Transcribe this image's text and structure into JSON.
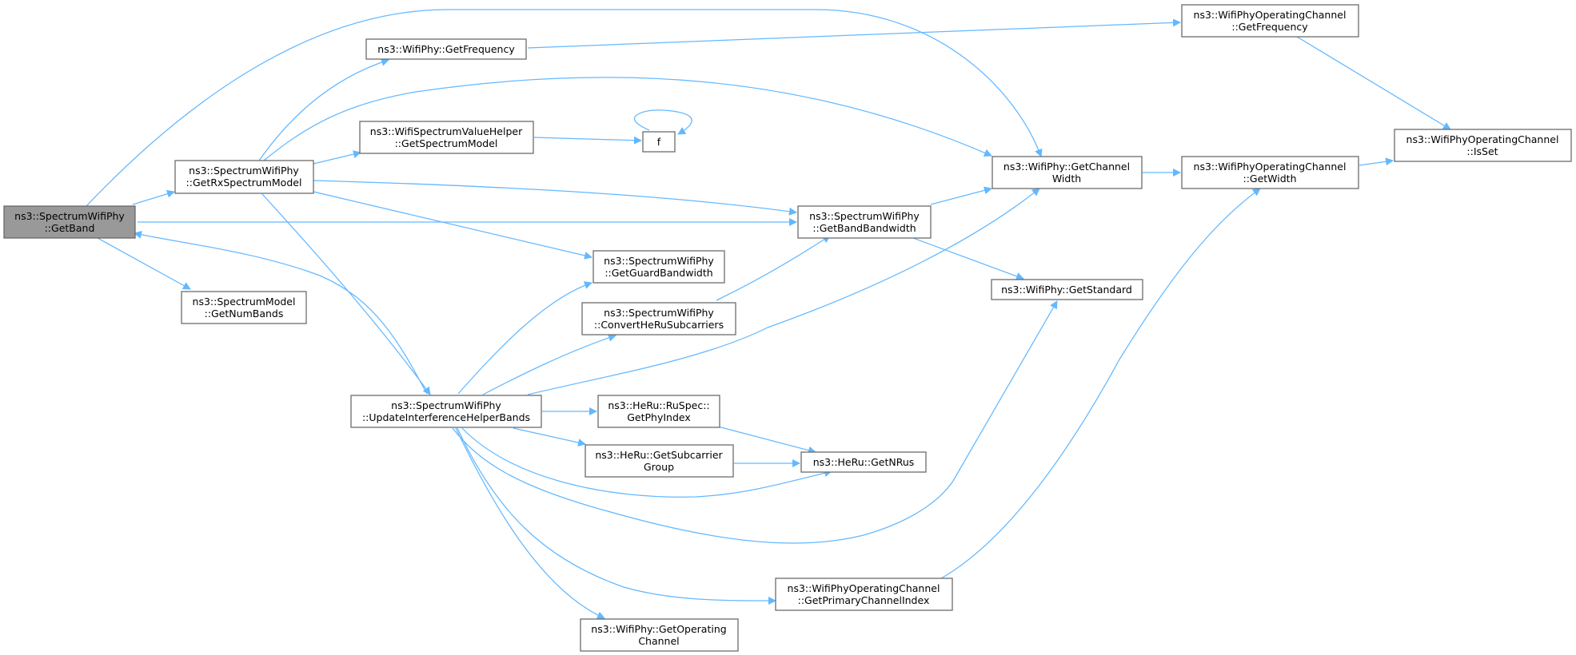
{
  "colors": {
    "edge": "#63b8ff",
    "node_border": "#666666",
    "focus_fill": "#999999"
  },
  "nodes": {
    "get_band": {
      "line1": "ns3::SpectrumWifiPhy",
      "line2": "::GetBand"
    },
    "get_rx_spectrum_model": {
      "line1": "ns3::SpectrumWifiPhy",
      "line2": "::GetRxSpectrumModel"
    },
    "get_num_bands": {
      "line1": "ns3::SpectrumModel",
      "line2": "::GetNumBands"
    },
    "update_interference_helper_bands": {
      "line1": "ns3::SpectrumWifiPhy",
      "line2": "::UpdateInterferenceHelperBands"
    },
    "wifiphy_get_frequency": {
      "line1": "ns3::WifiPhy::GetFrequency"
    },
    "get_spectrum_model": {
      "line1": "ns3::WifiSpectrumValueHelper",
      "line2": "::GetSpectrumModel"
    },
    "f": {
      "line1": "f"
    },
    "get_guard_bandwidth": {
      "line1": "ns3::SpectrumWifiPhy",
      "line2": "::GetGuardBandwidth"
    },
    "convert_he_ru_subcarriers": {
      "line1": "ns3::SpectrumWifiPhy",
      "line2": "::ConvertHeRuSubcarriers"
    },
    "get_phy_index": {
      "line1": "ns3::HeRu::RuSpec::",
      "line2": "GetPhyIndex"
    },
    "get_subcarrier_group": {
      "line1": "ns3::HeRu::GetSubcarrier",
      "line2": "Group"
    },
    "get_operating_channel": {
      "line1": "ns3::WifiPhy::GetOperating",
      "line2": "Channel"
    },
    "get_band_bandwidth": {
      "line1": "ns3::SpectrumWifiPhy",
      "line2": "::GetBandBandwidth"
    },
    "get_nrus": {
      "line1": "ns3::HeRu::GetNRus"
    },
    "get_primary_channel_index": {
      "line1": "ns3::WifiPhyOperatingChannel",
      "line2": "::GetPrimaryChannelIndex"
    },
    "get_channel_width": {
      "line1": "ns3::WifiPhy::GetChannel",
      "line2": "Width"
    },
    "get_standard": {
      "line1": "ns3::WifiPhy::GetStandard"
    },
    "opch_get_frequency": {
      "line1": "ns3::WifiPhyOperatingChannel",
      "line2": "::GetFrequency"
    },
    "opch_get_width": {
      "line1": "ns3::WifiPhyOperatingChannel",
      "line2": "::GetWidth"
    },
    "opch_is_set": {
      "line1": "ns3::WifiPhyOperatingChannel",
      "line2": "::IsSet"
    }
  },
  "edges": [
    [
      "get_band",
      "get_rx_spectrum_model"
    ],
    [
      "get_band",
      "get_num_bands"
    ],
    [
      "get_band",
      "get_channel_width"
    ],
    [
      "get_band",
      "get_band_bandwidth"
    ],
    [
      "get_rx_spectrum_model",
      "wifiphy_get_frequency"
    ],
    [
      "get_rx_spectrum_model",
      "get_spectrum_model"
    ],
    [
      "get_rx_spectrum_model",
      "get_channel_width"
    ],
    [
      "get_rx_spectrum_model",
      "get_band_bandwidth"
    ],
    [
      "get_rx_spectrum_model",
      "get_guard_bandwidth"
    ],
    [
      "get_rx_spectrum_model",
      "update_interference_helper_bands"
    ],
    [
      "update_interference_helper_bands",
      "get_band"
    ],
    [
      "update_interference_helper_bands",
      "get_guard_bandwidth"
    ],
    [
      "update_interference_helper_bands",
      "convert_he_ru_subcarriers"
    ],
    [
      "update_interference_helper_bands",
      "get_channel_width"
    ],
    [
      "update_interference_helper_bands",
      "get_phy_index"
    ],
    [
      "update_interference_helper_bands",
      "get_subcarrier_group"
    ],
    [
      "update_interference_helper_bands",
      "get_nrus"
    ],
    [
      "update_interference_helper_bands",
      "get_standard"
    ],
    [
      "update_interference_helper_bands",
      "get_primary_channel_index"
    ],
    [
      "update_interference_helper_bands",
      "get_operating_channel"
    ],
    [
      "wifiphy_get_frequency",
      "opch_get_frequency"
    ],
    [
      "get_spectrum_model",
      "f"
    ],
    [
      "f",
      "f"
    ],
    [
      "convert_he_ru_subcarriers",
      "get_band_bandwidth"
    ],
    [
      "get_phy_index",
      "get_nrus"
    ],
    [
      "get_subcarrier_group",
      "get_nrus"
    ],
    [
      "get_band_bandwidth",
      "get_channel_width"
    ],
    [
      "get_band_bandwidth",
      "get_standard"
    ],
    [
      "get_primary_channel_index",
      "opch_get_width"
    ],
    [
      "get_channel_width",
      "opch_get_width"
    ],
    [
      "opch_get_frequency",
      "opch_is_set"
    ],
    [
      "opch_get_width",
      "opch_is_set"
    ]
  ]
}
